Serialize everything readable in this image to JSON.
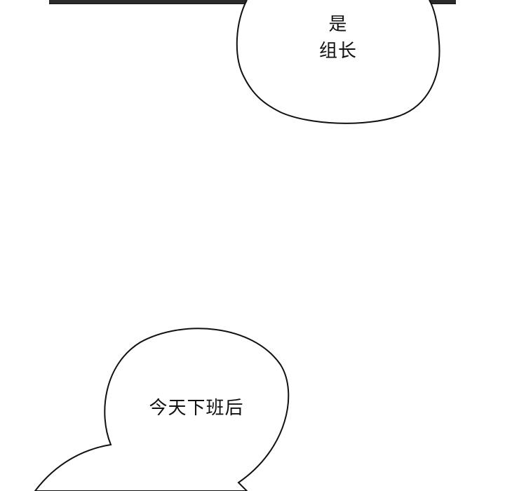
{
  "panel": {
    "strip_color": "#2b2b2b"
  },
  "bubbles": [
    {
      "lines": [
        "是",
        "组长"
      ]
    },
    {
      "lines": [
        "今天下班后"
      ]
    }
  ]
}
